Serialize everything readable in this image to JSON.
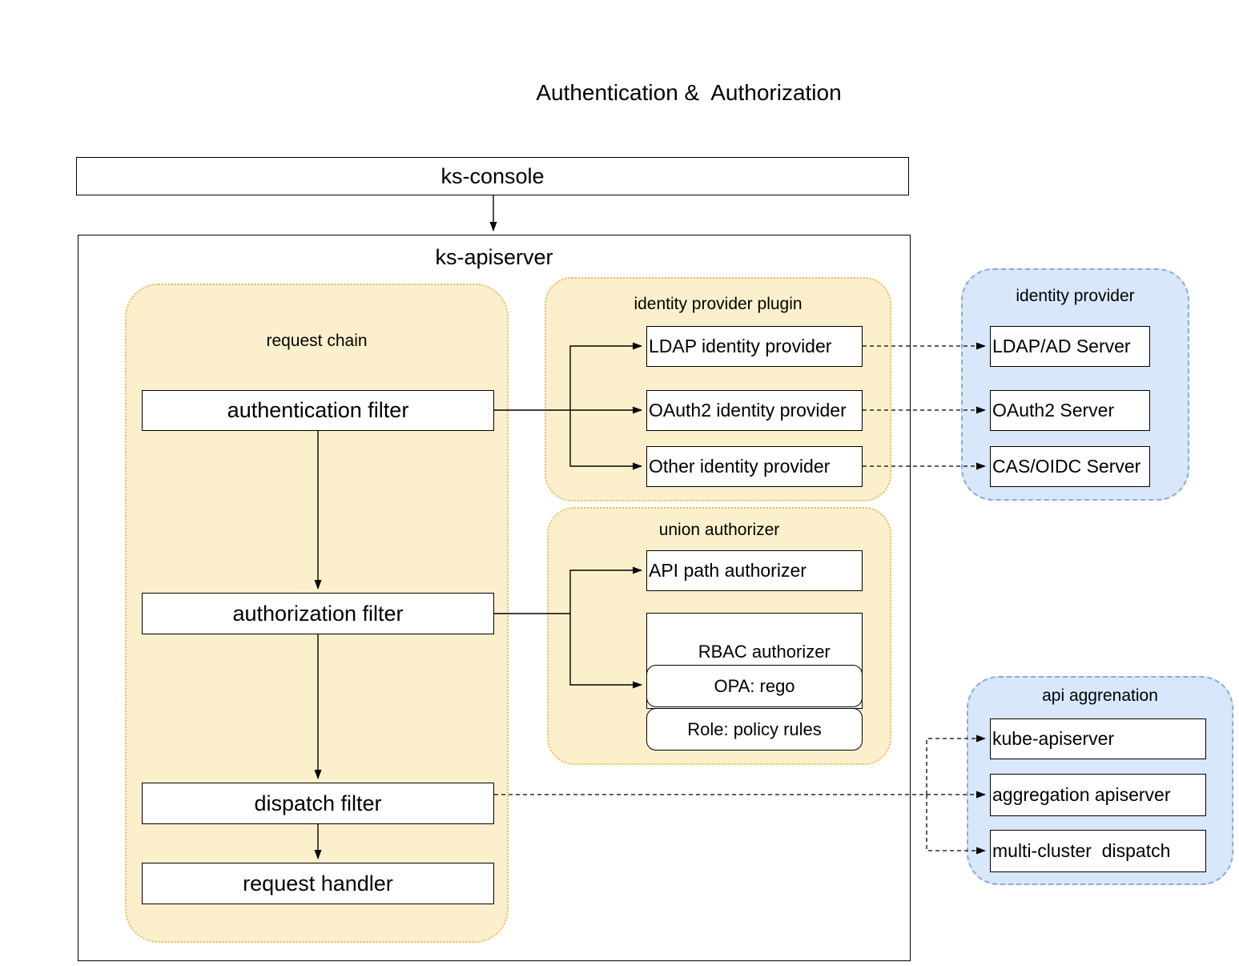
{
  "diagram": {
    "title": "Authentication &  Authorization"
  },
  "ks_console": {
    "label": "ks-console"
  },
  "ks_apiserver": {
    "label": "ks-apiserver"
  },
  "request_chain": {
    "title": "request chain",
    "items": [
      "authentication filter",
      "authorization filter",
      "dispatch filter",
      "request handler"
    ]
  },
  "identity_provider_plugin": {
    "title": "identity provider plugin",
    "items": [
      "LDAP identity provider",
      "OAuth2 identity provider",
      "Other identity provider"
    ]
  },
  "union_authorizer": {
    "title": "union authorizer",
    "api_path": "API path authorizer",
    "rbac": "RBAC authorizer",
    "opa": "OPA: rego",
    "role": "Role: policy rules"
  },
  "identity_provider": {
    "title": "identity provider",
    "items": [
      "LDAP/AD Server",
      "OAuth2 Server",
      "CAS/OIDC Server"
    ]
  },
  "api_aggregation": {
    "title": "api aggrenation",
    "items": [
      "kube-apiserver",
      "aggregation apiserver",
      "multi-cluster  dispatch"
    ]
  },
  "colors": {
    "yellow_fill": "#FCF0CC",
    "yellow_border": "#E2C06A",
    "blue_fill": "#D9E7FA",
    "blue_border": "#8AA9E0",
    "line": "#000000"
  }
}
